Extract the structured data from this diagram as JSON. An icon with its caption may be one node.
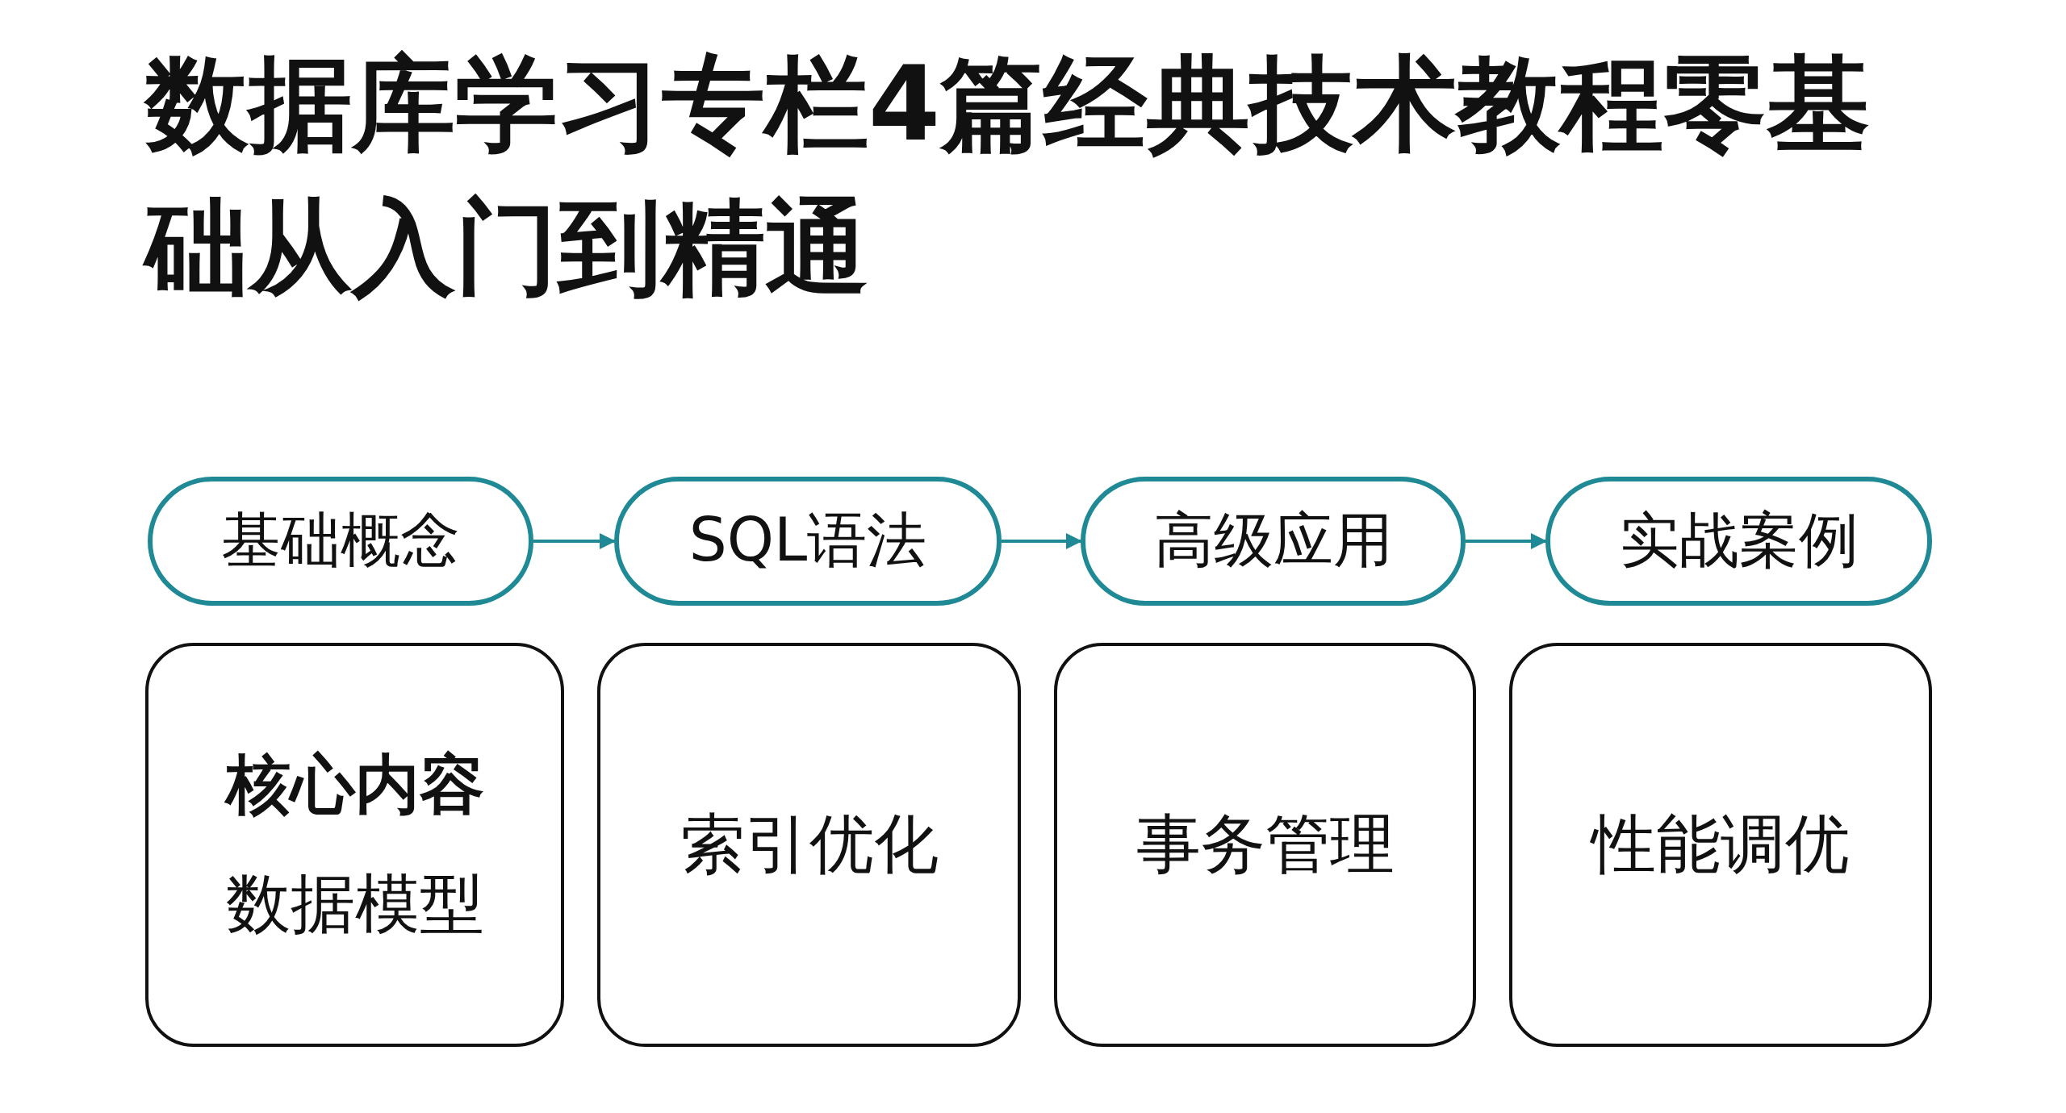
{
  "diagram": {
    "title": "数据库学习专栏4篇经典技术教程零基础从入门到精通",
    "nodes": [
      {
        "text": [
          "基础概念"
        ]
      },
      {
        "text": [
          "SQL语法"
        ]
      },
      {
        "text": [
          "高级应用"
        ]
      },
      {
        "text": [
          "实战案例"
        ]
      },
      {
        "text": [
          "核心内容",
          "数据模型"
        ]
      },
      {
        "text": [
          "索引优化"
        ]
      },
      {
        "text": [
          "事务管理"
        ]
      },
      {
        "text": [
          "性能调优"
        ]
      }
    ],
    "edges": [
      {
        "from": 0,
        "to": 1,
        "arrow": "to"
      },
      {
        "from": 1,
        "to": 2,
        "arrow": "to"
      },
      {
        "from": 2,
        "to": 3,
        "arrow": "to"
      }
    ]
  }
}
